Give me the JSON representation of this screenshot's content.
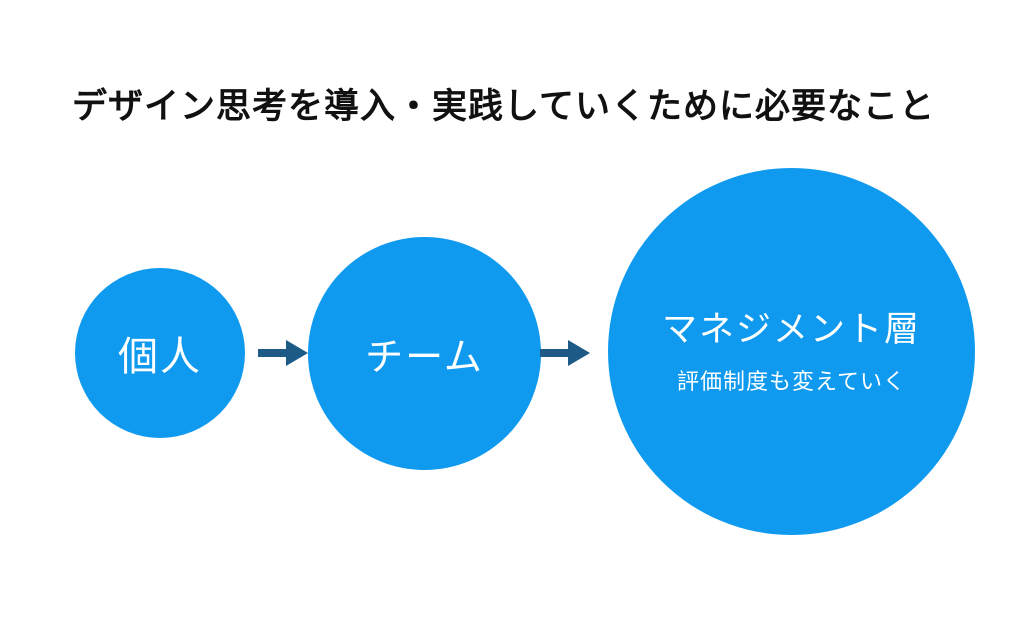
{
  "title": "デザイン思考を導入・実践していくために必要なこと",
  "stages": [
    {
      "label": "個人"
    },
    {
      "label": "チーム"
    },
    {
      "label": "マネジメント層",
      "sublabel": "評価制度も変えていく"
    }
  ],
  "colors": {
    "circle": "#0f9af0",
    "arrow": "#1d5a86",
    "title": "#111111"
  }
}
